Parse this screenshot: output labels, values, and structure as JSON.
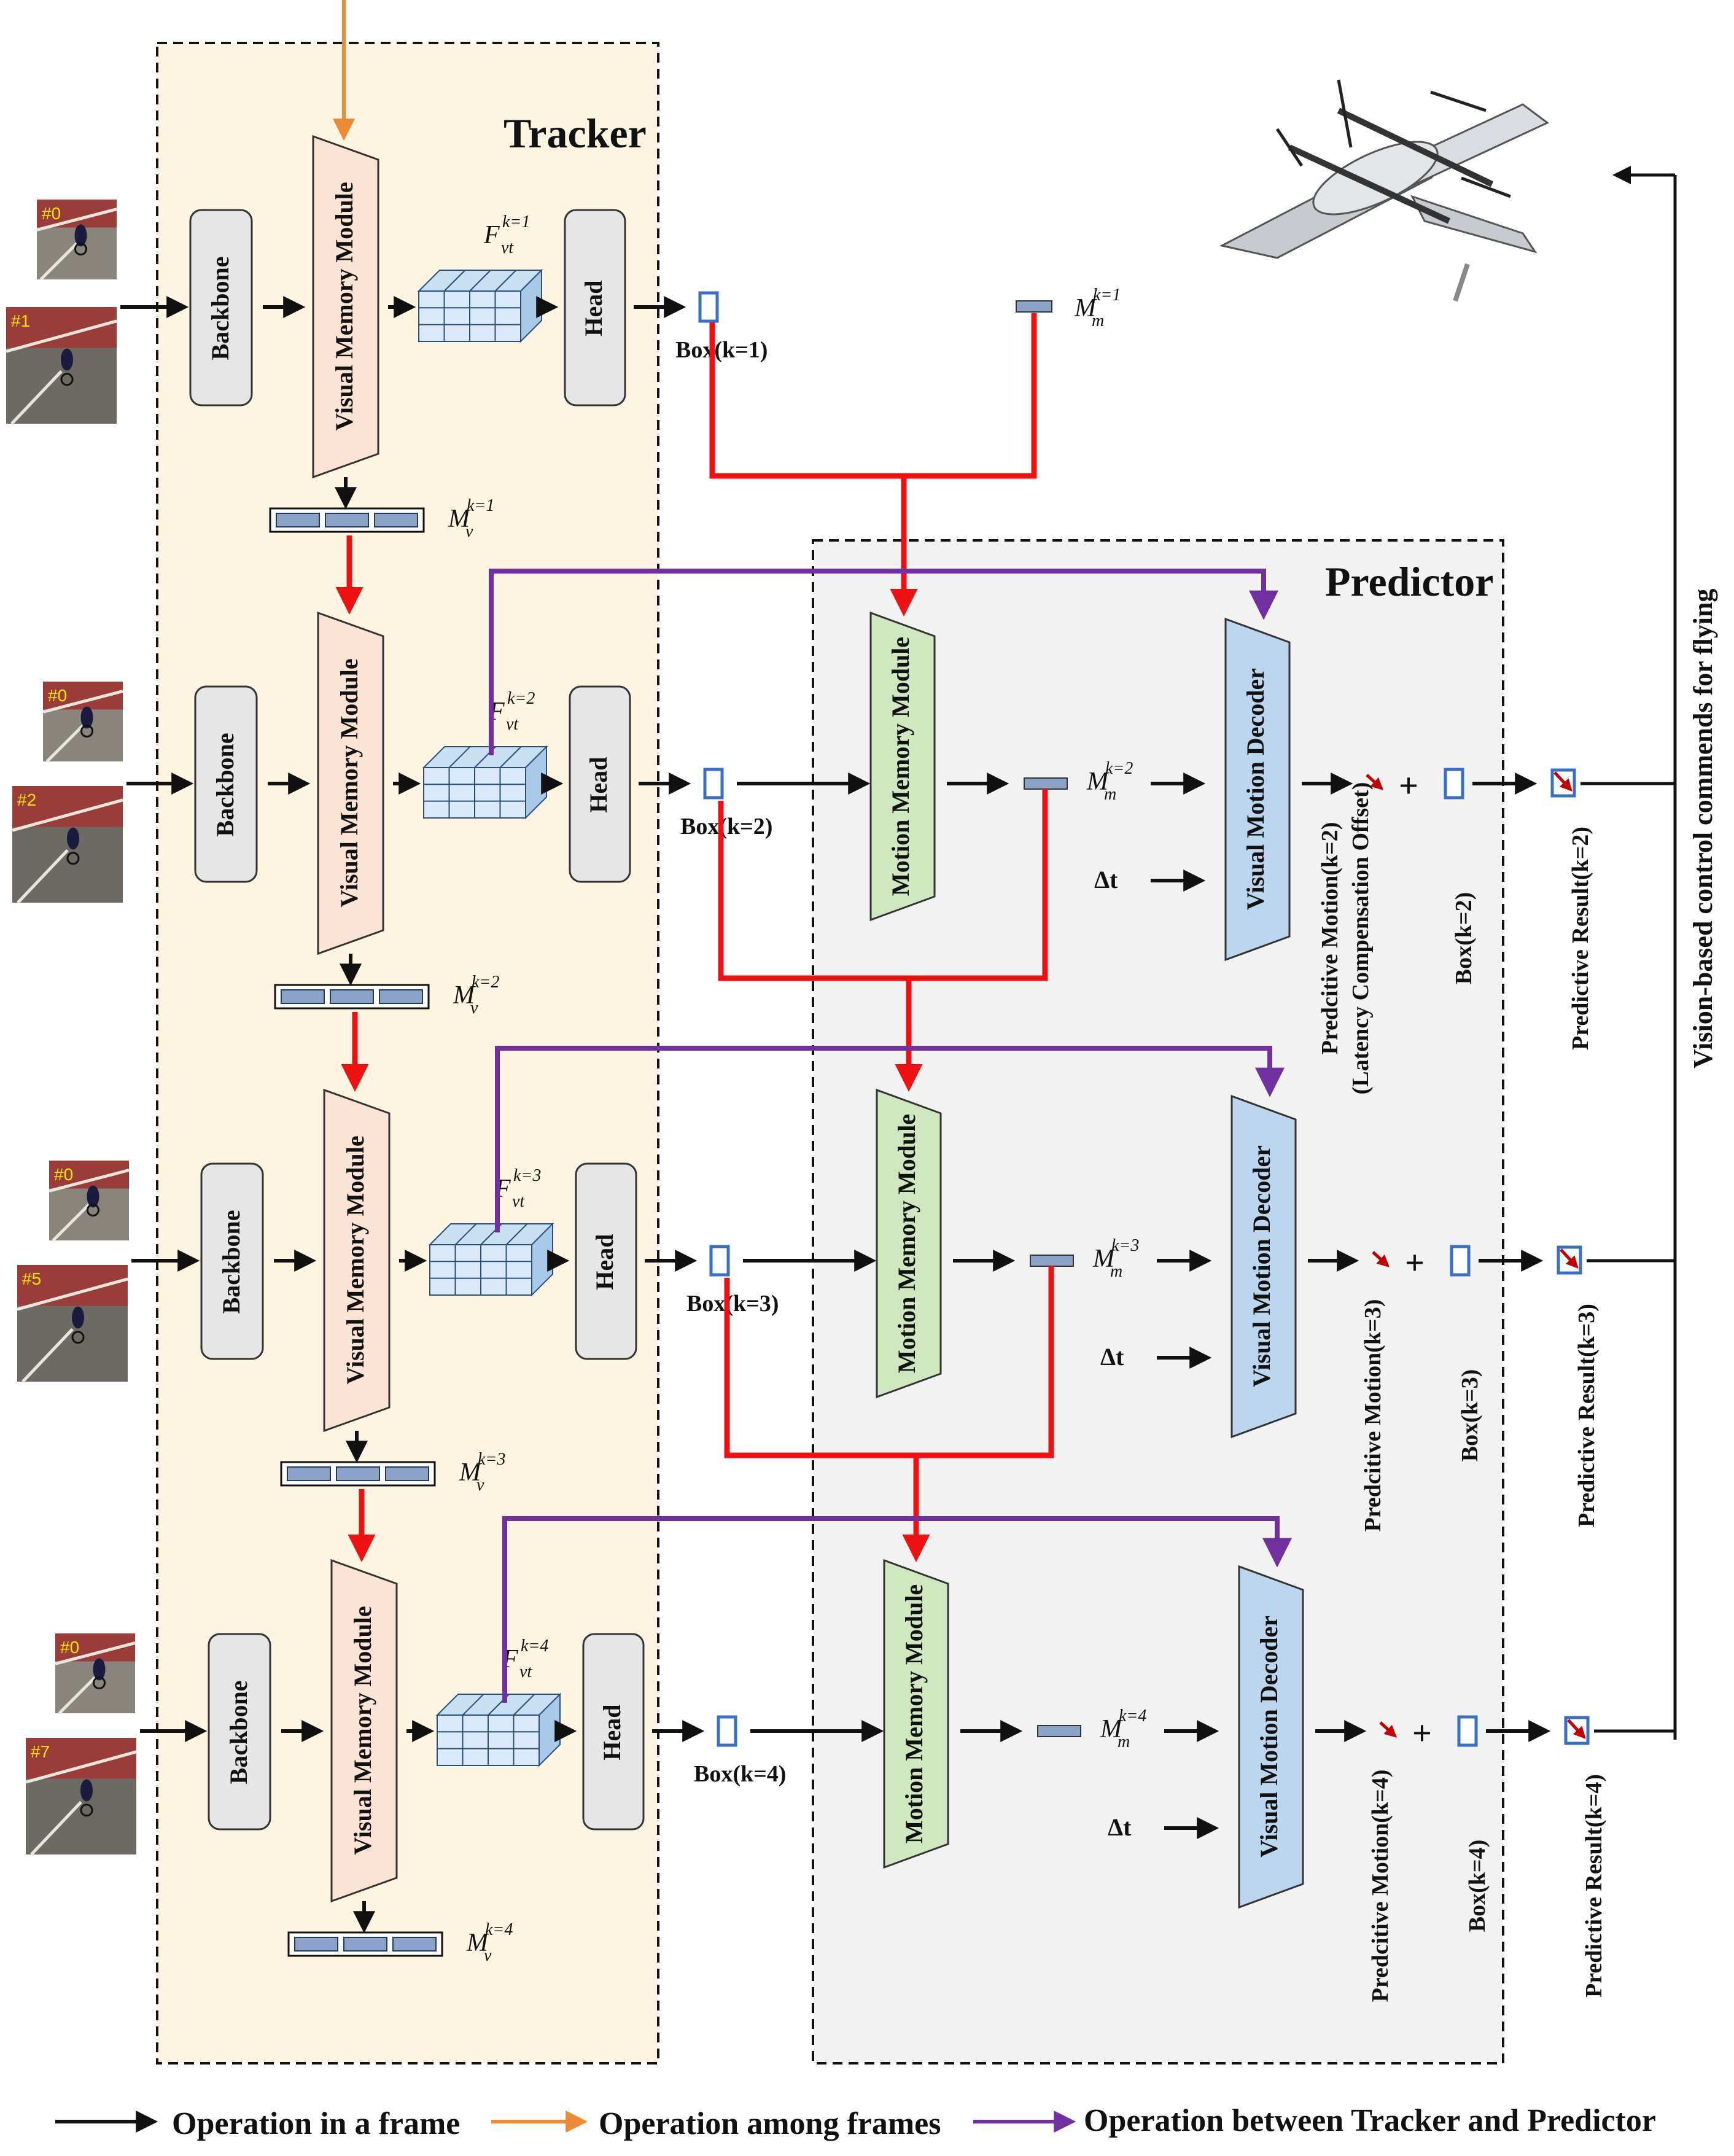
{
  "tracker": {
    "title": "Tracker"
  },
  "predictor": {
    "title": "Predictor"
  },
  "modules": {
    "backbone": "Backbone",
    "visual_memory": "Visual Memory Module",
    "head": "Head",
    "motion_memory": "Motion Memory Module",
    "visual_motion_decoder": "Visual Motion Decoder"
  },
  "symbols": {
    "fvt": "F",
    "fvt_sub": "vt",
    "mv": "M",
    "mv_sub": "v",
    "mm": "M",
    "mm_sub": "m",
    "delta_t": "Δt",
    "plus": "+"
  },
  "frames": [
    {
      "ref": "#0",
      "cur": "#1",
      "k_sup": "k=1",
      "box": "Box(k=1)"
    },
    {
      "ref": "#0",
      "cur": "#2",
      "k_sup": "k=2",
      "box": "Box(k=2)",
      "pred_motion": "Predcitive Motion(k=2)",
      "latency": "(Latency Compensation Offset)",
      "box_rot": "Box(k=2)",
      "pred_result": "Predictive Result(k=2)"
    },
    {
      "ref": "#0",
      "cur": "#5",
      "k_sup": "k=3",
      "box": "Box(k=3)",
      "pred_motion": "Predcitive Motion(k=3)",
      "box_rot": "Box(k=3)",
      "pred_result": "Predictive Result(k=3)"
    },
    {
      "ref": "#0",
      "cur": "#7",
      "k_sup": "k=4",
      "box": "Box(k=4)",
      "pred_motion": "Predcitive Motion(k=4)",
      "box_rot": "Box(k=4)",
      "pred_result": "Predictive Result(k=4)"
    }
  ],
  "control_label": "Vision-based control commends for flying",
  "legend": [
    {
      "label": "Operation in a frame",
      "color": "#111111"
    },
    {
      "label": "Operation among frames",
      "color": "#ee8a33"
    },
    {
      "label": "Operation between Tracker and Predictor",
      "color": "#7030a0"
    }
  ],
  "colors": {
    "tracker_bg": "#fdf5e1",
    "predictor_bg": "#f2f2f2",
    "backbone": "#e6e6e6",
    "visual_memory": "#fbe3d6",
    "motion_memory": "#cfe8c0",
    "decoder": "#bcd6ef",
    "box": "#3a6fc8",
    "red": "#ee1111",
    "purple": "#7030a0",
    "orange": "#ee8a33"
  }
}
